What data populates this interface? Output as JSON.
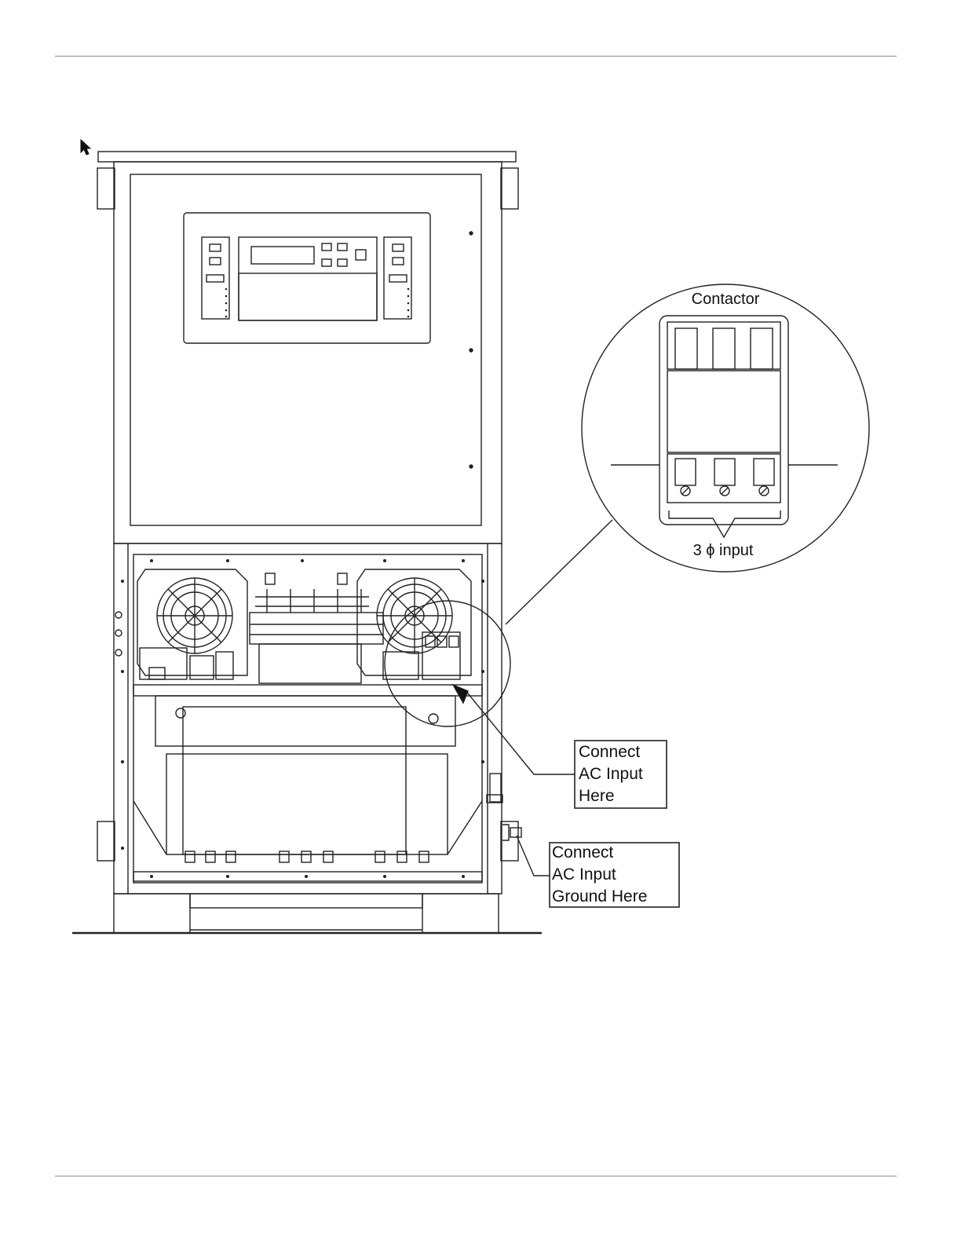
{
  "diagram": {
    "contactor_label": "Contactor",
    "three_phase_label": "3 ϕ input",
    "callout_ac_input": {
      "line1": "Connect",
      "line2": "AC Input",
      "line3": "Here"
    },
    "callout_ground": {
      "line1": "Connect",
      "line2": "AC Input",
      "line3": "Ground Here"
    }
  }
}
